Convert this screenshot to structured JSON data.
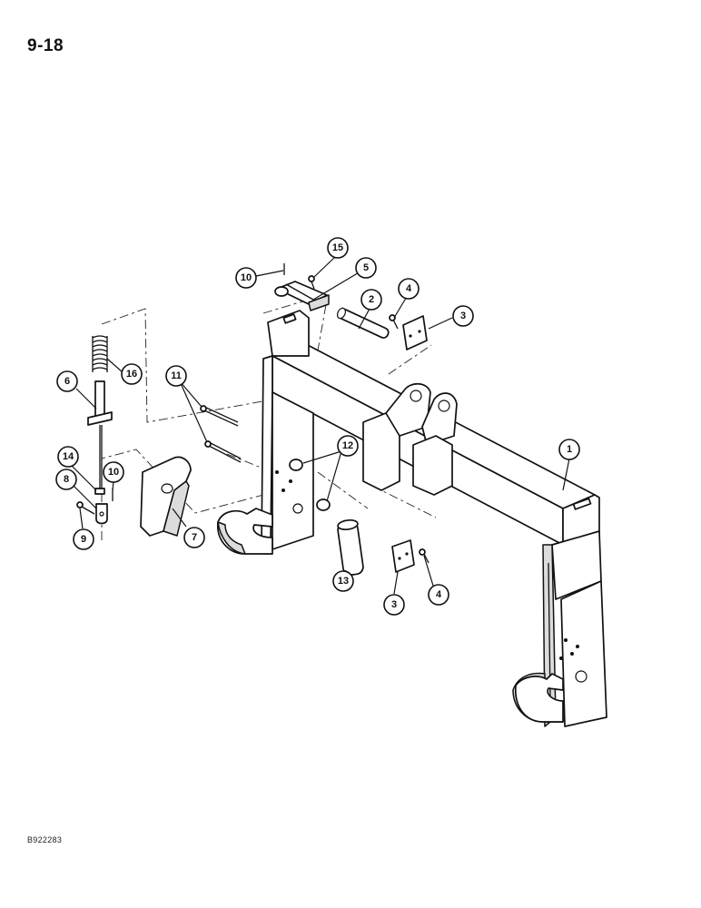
{
  "page": {
    "page_number": "9-18",
    "figure_code": "B922283"
  },
  "callouts": [
    {
      "id": "c1",
      "label": "1"
    },
    {
      "id": "c2",
      "label": "2"
    },
    {
      "id": "c3a",
      "label": "3"
    },
    {
      "id": "c3b",
      "label": "3"
    },
    {
      "id": "c4a",
      "label": "4"
    },
    {
      "id": "c4b",
      "label": "4"
    },
    {
      "id": "c5",
      "label": "5"
    },
    {
      "id": "c6",
      "label": "6"
    },
    {
      "id": "c7",
      "label": "7"
    },
    {
      "id": "c8",
      "label": "8"
    },
    {
      "id": "c9",
      "label": "9"
    },
    {
      "id": "c10a",
      "label": "10"
    },
    {
      "id": "c10b",
      "label": "10"
    },
    {
      "id": "c11",
      "label": "11"
    },
    {
      "id": "c12",
      "label": "12"
    },
    {
      "id": "c13",
      "label": "13"
    },
    {
      "id": "c14",
      "label": "14"
    },
    {
      "id": "c15",
      "label": "15"
    },
    {
      "id": "c16",
      "label": "16"
    }
  ]
}
